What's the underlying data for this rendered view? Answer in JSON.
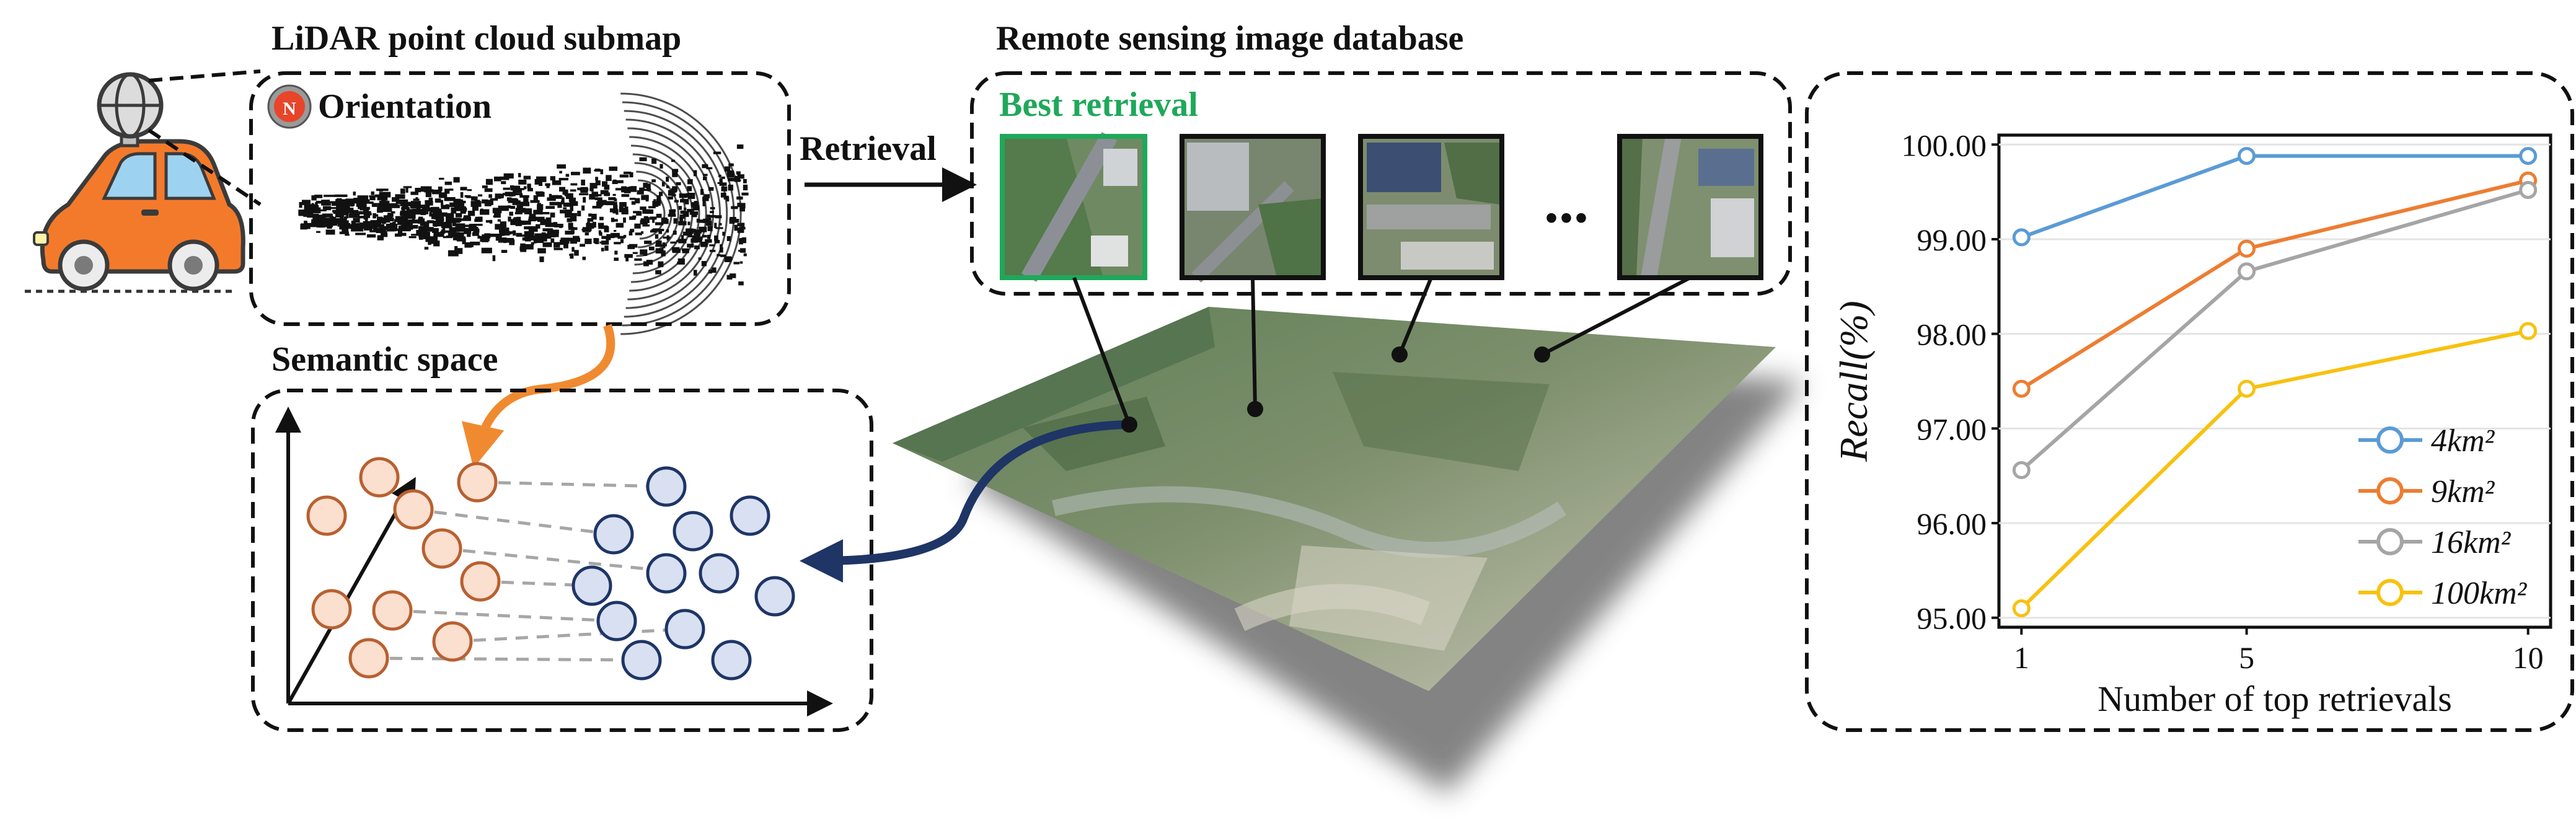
{
  "lidar": {
    "title": "LiDAR point cloud submap",
    "orientation_label": "Orientation",
    "compass_letter": "N"
  },
  "semantic": {
    "title": "Semantic space"
  },
  "retrieval": {
    "arrow_label": "Retrieval"
  },
  "database": {
    "title": "Remote sensing image database",
    "best_label": "Best retrieval",
    "ellipsis": "..."
  },
  "colors": {
    "lidar_node": "#f05a1a",
    "lidar_fill": "#fbdfcf",
    "lidar_stroke": "#b86030",
    "rs_fill": "#d8e0f2",
    "rs_stroke": "#1e3566",
    "orange_arrow": "#f08a30",
    "navy_arrow": "#1e3566",
    "best_green": "#1fa85a",
    "car_body": "#f47a2b"
  },
  "icons": [
    "car-icon",
    "lidar-sensor-icon",
    "compass-icon"
  ],
  "chart_data": {
    "type": "line",
    "title": "",
    "xlabel": "Number of top retrievals",
    "ylabel": "Recall(%)",
    "x": [
      1,
      5,
      10
    ],
    "x_ticks": [
      "1",
      "5",
      "10"
    ],
    "y_ticks": [
      "95.00",
      "96.00",
      "97.00",
      "98.00",
      "99.00",
      "100.00"
    ],
    "ylim": [
      94.9,
      100.1
    ],
    "grid": "horizontal",
    "legend_position": "lower-right",
    "series": [
      {
        "name": "4km²",
        "values": [
          99.02,
          99.88,
          99.88
        ],
        "color": "#5b9bd5"
      },
      {
        "name": "9km²",
        "values": [
          97.42,
          98.9,
          99.62
        ],
        "color": "#ed7d31"
      },
      {
        "name": "16km²",
        "values": [
          96.56,
          98.66,
          99.52
        ],
        "color": "#a5a5a5"
      },
      {
        "name": "100km²",
        "values": [
          95.1,
          97.42,
          98.03
        ],
        "color": "#f7c20f"
      }
    ]
  }
}
